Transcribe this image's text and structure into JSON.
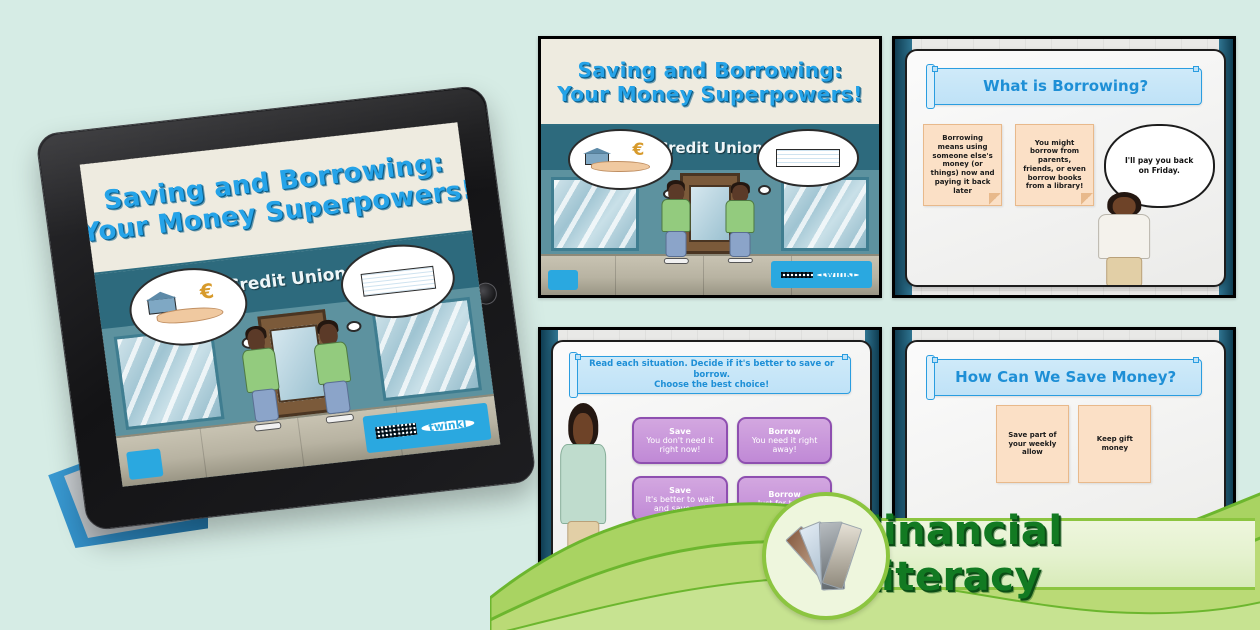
{
  "background_color": "#d6ece5",
  "accent_colors": {
    "title_blue": "#25a3e8",
    "header_blue": "#1e8fd6",
    "header_box_fill": "#cfeaf9",
    "note_orange": "#fbe0c6",
    "choice_purple": "#c089d6",
    "banner_green": "#127a22",
    "wave_green": "#8cc540",
    "twinkl_blue": "#2aa8e0"
  },
  "tablet": {
    "name": "tablet-device",
    "slide": {
      "title_line1": "Saving and Borrowing:",
      "title_line2": "Your Money Superpowers!",
      "shop_sign": "Credit Union",
      "bubble_left_symbol": "€",
      "twinkl_label": "twinkl"
    }
  },
  "slides": [
    {
      "id": "slide-title",
      "name": "slide-thumbnail-title",
      "type": "title",
      "title_line1": "Saving and Borrowing:",
      "title_line2": "Your Money Superpowers!",
      "shop_sign": "Credit Union",
      "bubble_left_symbol": "€",
      "twinkl_label": "twinkl"
    },
    {
      "id": "slide-what-is-borrowing",
      "name": "slide-thumbnail-what-is-borrowing",
      "type": "content",
      "heading": "What is Borrowing?",
      "notes": [
        "Borrowing means using someone else's money (or things) now and paying it back later",
        "You might borrow from parents, friends, or even borrow books from a library!"
      ],
      "thought_bubble": "I'll pay you back on Friday."
    },
    {
      "id": "slide-save-or-borrow",
      "name": "slide-thumbnail-save-or-borrow",
      "type": "activity",
      "heading_line1": "Read each situation. Decide if it's better to save or borrow.",
      "heading_line2": "Choose the best choice!",
      "heading_bold_words": [
        "save",
        "borrow"
      ],
      "choices": [
        {
          "label": "Save",
          "detail": "You don't need it right now!"
        },
        {
          "label": "Borrow",
          "detail": "You need it right away!"
        },
        {
          "label": "Save",
          "detail": "It's better to wait and save up!"
        },
        {
          "label": "Borrow",
          "detail": "Just for today"
        }
      ]
    },
    {
      "id": "slide-how-can-we-save",
      "name": "slide-thumbnail-how-can-we-save",
      "type": "content",
      "heading": "How Can We Save Money?",
      "notes": [
        "Save part of your weekly allow",
        "Keep gift money"
      ]
    }
  ],
  "banner": {
    "name": "financial-literacy-banner",
    "title": "Financial Literacy"
  }
}
